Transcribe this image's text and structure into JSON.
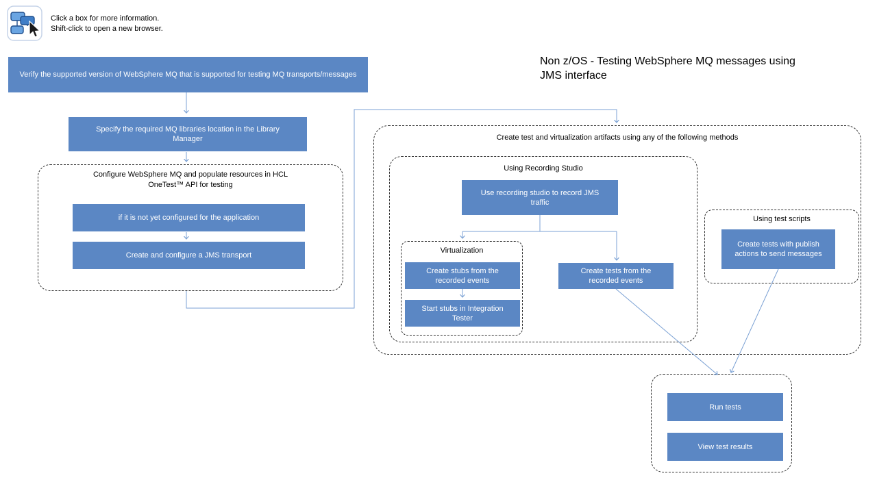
{
  "colors": {
    "node-fill": "#5b87c4",
    "node-text": "#ffffff",
    "connector": "#7ba1d4",
    "group-border": "#2e2e2e",
    "canvas-bg": "#ffffff",
    "text-color": "#000000"
  },
  "header": {
    "instructions": {
      "line1": "Click a box for more information.",
      "line2": "Shift-click to open a new browser."
    },
    "title": "Non z/OS - Testing WebSphere MQ messages using JMS interface"
  },
  "groups": {
    "configure": {
      "label": "Configure WebSphere MQ and populate resources in HCL OneTest™ API for testing"
    },
    "artifacts": {
      "label": "Create test and virtualization artifacts using any of the following methods"
    },
    "recording_studio": {
      "label": "Using Recording Studio"
    },
    "virtualization": {
      "label": "Virtualization"
    },
    "test_scripts": {
      "label": "Using test scripts"
    }
  },
  "nodes": {
    "verify": {
      "label": "Verify the supported version of WebSphere MQ that is supported for testing MQ transports/messages"
    },
    "specify": {
      "label": "Specify the required MQ libraries location in the Library Manager"
    },
    "not_configured": {
      "label": "if it is not yet configured for the application"
    },
    "jms_transport": {
      "label": "Create and configure a JMS transport"
    },
    "record_traffic": {
      "label": "Use recording studio to record JMS traffic"
    },
    "create_stubs": {
      "label": "Create stubs from the recorded events"
    },
    "start_stubs": {
      "label": "Start stubs in Integration Tester"
    },
    "create_tests_recorded": {
      "label": "Create tests from the recorded events"
    },
    "create_tests_publish": {
      "label": "Create tests with publish actions to send messages"
    },
    "run_tests": {
      "label": "Run tests"
    },
    "view_results": {
      "label": "View test results"
    }
  }
}
